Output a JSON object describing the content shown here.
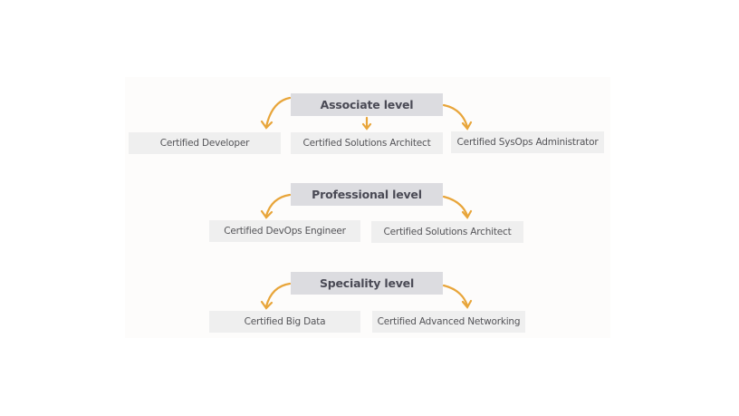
{
  "diagram": {
    "levels": [
      {
        "title": "Associate level",
        "certifications": [
          "Certified Developer",
          "Certified Solutions Architect",
          "Certified SysOps Administrator"
        ]
      },
      {
        "title": "Professional level",
        "certifications": [
          "Certified DevOps Engineer",
          "Certified Solutions Architect"
        ]
      },
      {
        "title": "Speciality level",
        "certifications": [
          "Certified Big Data",
          "Certified Advanced Networking"
        ]
      }
    ],
    "colors": {
      "arrow": "#e8a53a",
      "level_box": "#dcdce0",
      "cert_box": "#efefef",
      "level_text": "#4a4a55",
      "cert_text": "#545458"
    }
  }
}
